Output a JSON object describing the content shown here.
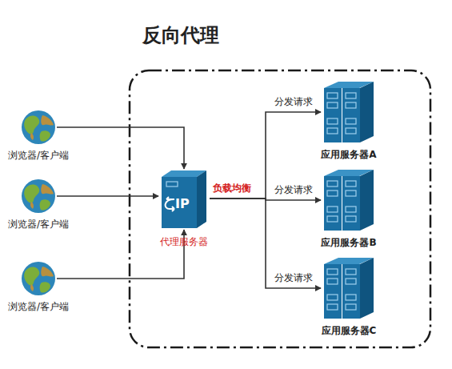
{
  "diagram": {
    "title": "反向代理",
    "nodes": [
      {
        "text": [
          "浏览器/客户端"
        ]
      },
      {
        "text": [
          "浏览器/客户端"
        ]
      },
      {
        "text": [
          "浏览器/客户端"
        ]
      },
      {
        "text": [
          "IP",
          "代理服务器"
        ]
      },
      {
        "text": [
          "应用服务器A"
        ]
      },
      {
        "text": [
          "应用服务器B"
        ]
      },
      {
        "text": [
          "应用服务器C"
        ]
      }
    ],
    "edges": [
      {
        "from": 0,
        "to": 3,
        "arrow": "to"
      },
      {
        "from": 1,
        "to": 3,
        "arrow": "to"
      },
      {
        "from": 2,
        "to": 3,
        "arrow": "to"
      },
      {
        "from": 3,
        "to": 4,
        "label": "分发请求",
        "arrow": "to"
      },
      {
        "from": 3,
        "to": 5,
        "label": "分发请求",
        "arrow": "to"
      },
      {
        "from": 3,
        "to": 6,
        "label": "分发请求",
        "arrow": "to"
      }
    ],
    "labels": [
      "负载均衡"
    ]
  }
}
